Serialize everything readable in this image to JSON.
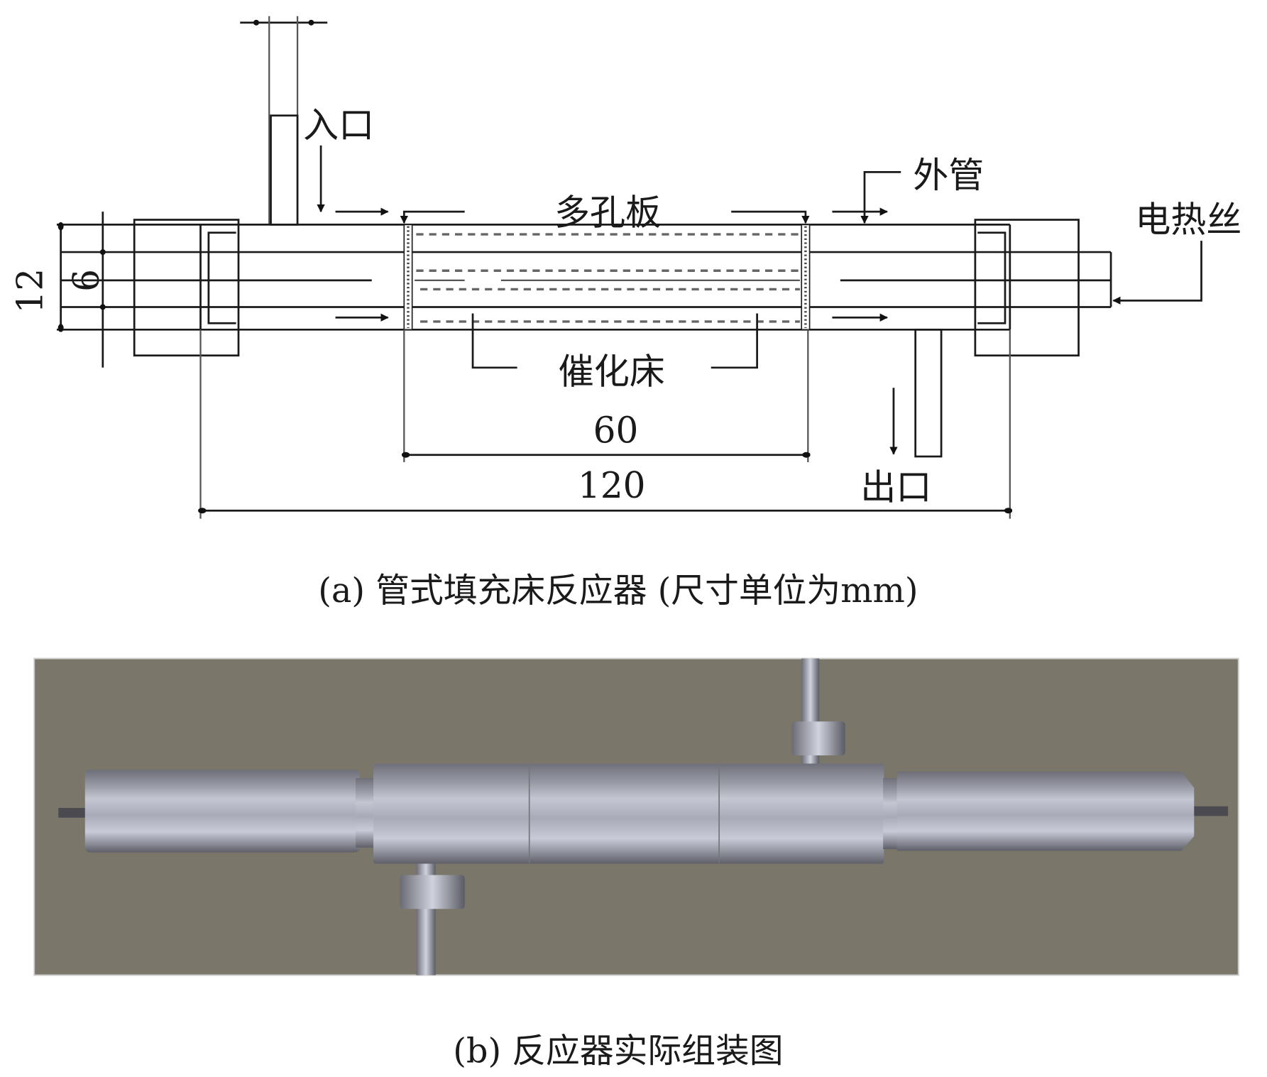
{
  "diagram": {
    "labels": {
      "inlet": "入口",
      "outer_tube": "外管",
      "porous_plate": "多孔板",
      "catalyst_bed": "催化床",
      "heating_wire": "电热丝",
      "outlet": "出口"
    },
    "dimensions": {
      "outer_diameter": "12",
      "inner_diameter": "6",
      "bed_length": "60",
      "total_length": "120"
    },
    "caption": "(a) 管式填充床反应器 (尺寸单位为mm)"
  },
  "photo": {
    "caption": "(b) 反应器实际组装图",
    "colors": {
      "background": "#7f7a6e",
      "metal": "#a9abb8"
    }
  }
}
